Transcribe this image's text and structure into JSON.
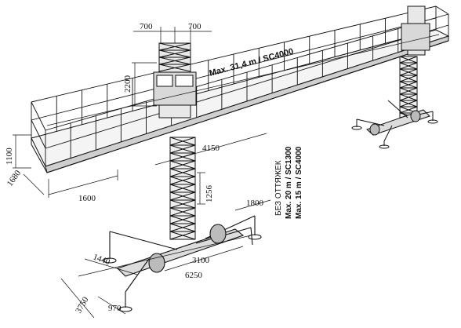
{
  "diagram": {
    "dimensions": {
      "mast_width_left": "700",
      "mast_width_right": "700",
      "cabin_height": "2200",
      "railing_height": "1100",
      "platform_depth": "1680",
      "platform_width": "1600",
      "mast_to_end": "4150",
      "section_height": "1256",
      "outrigger_reach": "1800",
      "chassis_side": "1440",
      "outrigger_span": "3100",
      "chassis_length": "6250",
      "outrigger_span_total": "3750",
      "wheel_base": "970"
    },
    "notes": {
      "max_platform": "Max. 31,4 m / SC4000",
      "no_ties": "БЕЗ ОТТЯЖЕК",
      "max_sc1300": "Max. 20 m / SC1300",
      "max_sc4000": "Max. 15 m / SC4000"
    }
  }
}
